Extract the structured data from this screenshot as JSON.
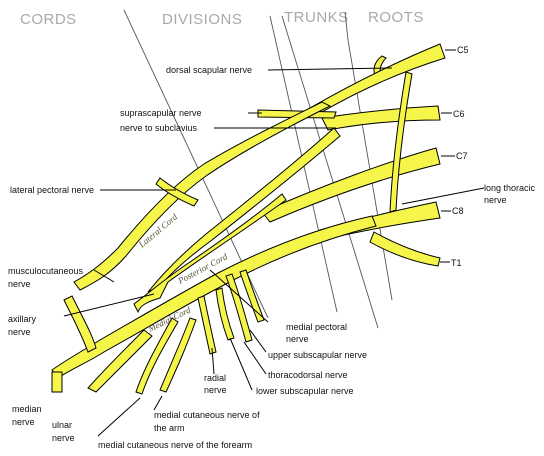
{
  "headers": {
    "cords": "CORDS",
    "divisions": "DIVISIONS",
    "trunks": "TRUNKS",
    "roots": "ROOTS"
  },
  "roots": {
    "c5": "C5",
    "c6": "C6",
    "c7": "C7",
    "c8": "C8",
    "t1": "T1"
  },
  "cords": {
    "lateral": "Lateral Cord",
    "posterior": "Posterior Cord",
    "medial": "Medial Cord"
  },
  "labels": {
    "dorsal_scapular": "dorsal scapular nerve",
    "suprascapular": "suprascapular nerve",
    "subclavius": "nerve to subclavius",
    "lateral_pectoral": "lateral pectoral nerve",
    "long_thoracic_1": "long thoracic",
    "long_thoracic_2": "nerve",
    "musculo_1": "musculocutaneous",
    "musculo_2": "nerve",
    "axillary_1": "axillary",
    "axillary_2": "nerve",
    "medial_pectoral_1": "medial pectoral",
    "medial_pectoral_2": "nerve",
    "upper_subscapular": "upper subscapular nerve",
    "thoracodorsal": "thoracodorsal nerve",
    "lower_subscapular": "lower subscapular nerve",
    "radial_1": "radial",
    "radial_2": "nerve",
    "median_1": "median",
    "median_2": "nerve",
    "ulnar_1": "ulnar",
    "ulnar_2": "nerve",
    "med_cut_arm_1": "medial cutaneous nerve of",
    "med_cut_arm_2": "the arm",
    "med_cut_forearm": "medial cutaneous nerve of the forearm"
  },
  "colors": {
    "nerve_fill": "#f6f64a",
    "header_gray": "#a9a9a9"
  }
}
